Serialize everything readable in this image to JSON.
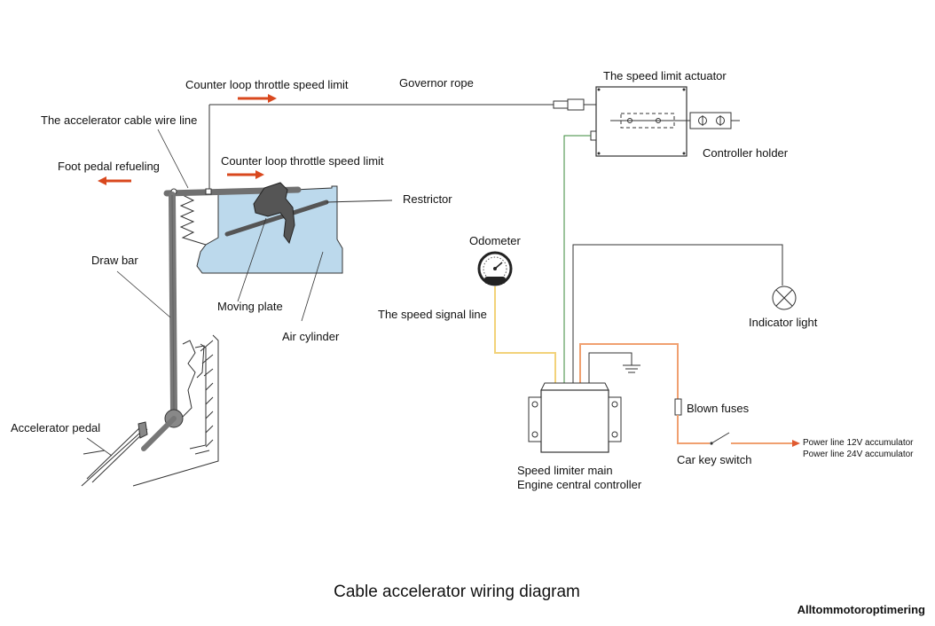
{
  "labels": {
    "counter_loop_top": "Counter loop throttle speed limit",
    "governor_rope": "Governor rope",
    "speed_limit_actuator": "The speed limit actuator",
    "accelerator_cable": "The accelerator cable wire line",
    "foot_pedal_refueling": "Foot pedal refueling",
    "counter_loop_mid": "Counter loop throttle speed limit",
    "controller_holder": "Controller holder",
    "restrictor": "Restrictor",
    "odometer": "Odometer",
    "draw_bar": "Draw bar",
    "moving_plate": "Moving plate",
    "speed_signal_line": "The speed signal line",
    "indicator_light": "Indicator light",
    "air_cylinder": "Air cylinder",
    "blown_fuses": "Blown fuses",
    "accelerator_pedal": "Accelerator pedal",
    "power_line_12v": "Power line  12V accumulator",
    "power_line_24v": "Power line  24V accumulator",
    "car_key_switch": "Car key switch",
    "controller_line1": "Speed limiter main",
    "controller_line2": "Engine central controller"
  },
  "title": "Cable accelerator wiring diagram",
  "watermark": "Alltommotoroptimering",
  "colors": {
    "arrow": "#d9481e",
    "cylinder_fill": "#bcd9ec",
    "signal_line": "#f2d27a",
    "green_line": "#3a8a3a",
    "power_line": "#f0a070",
    "rod": "#707070",
    "wire": "#333333"
  }
}
